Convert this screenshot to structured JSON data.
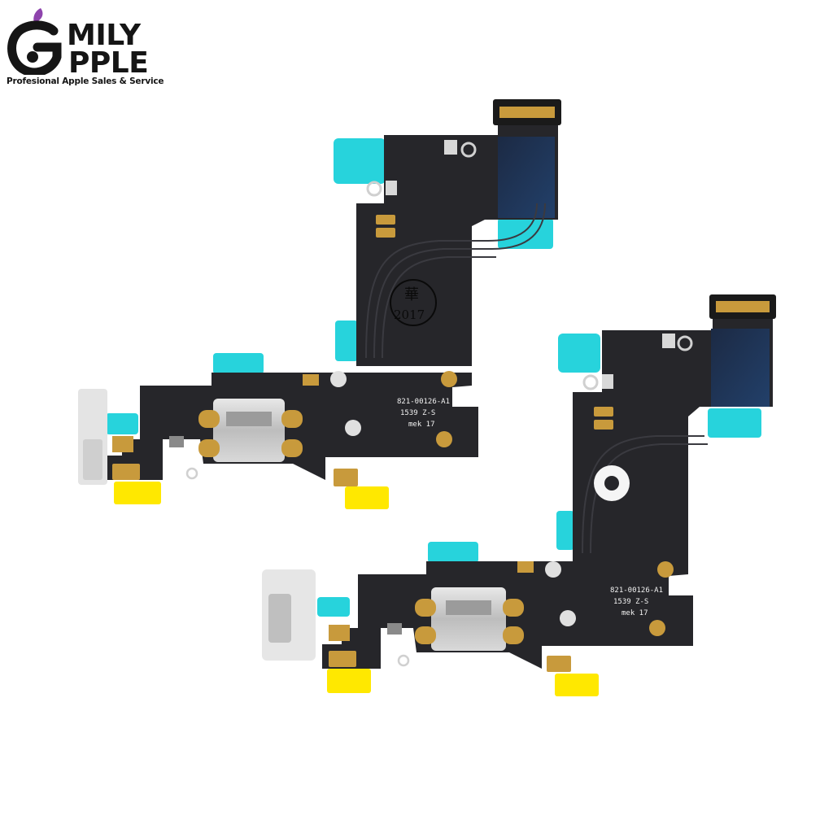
{
  "logo": {
    "word1": "MILY",
    "word2": "PPLE",
    "tagline": "Profesional Apple Sales & Service",
    "colors": {
      "text": "#151515",
      "leaf": "#8e44ad"
    }
  },
  "parts": [
    {
      "name": "charging-port-flex-left",
      "label_line1": "821-00126-A1",
      "label_line2": "1539  Z-S",
      "label_line3": "mek 17",
      "stamp_char": "華",
      "stamp_year": "2017"
    },
    {
      "name": "charging-port-flex-right",
      "label_line1": "821-00126-A1",
      "label_line2": "1539  Z-S",
      "label_line3": "mek 17"
    }
  ],
  "colors": {
    "flex": "#26262a",
    "flex_trace": "#3a3a40",
    "tape_cyan": "#27d3dc",
    "tape_yellow": "#ffe800",
    "gold": "#c89a3c",
    "port_metal": "#cfcfcf",
    "port_white": "#e6e6e6",
    "amber_flex": "#1e3350"
  }
}
